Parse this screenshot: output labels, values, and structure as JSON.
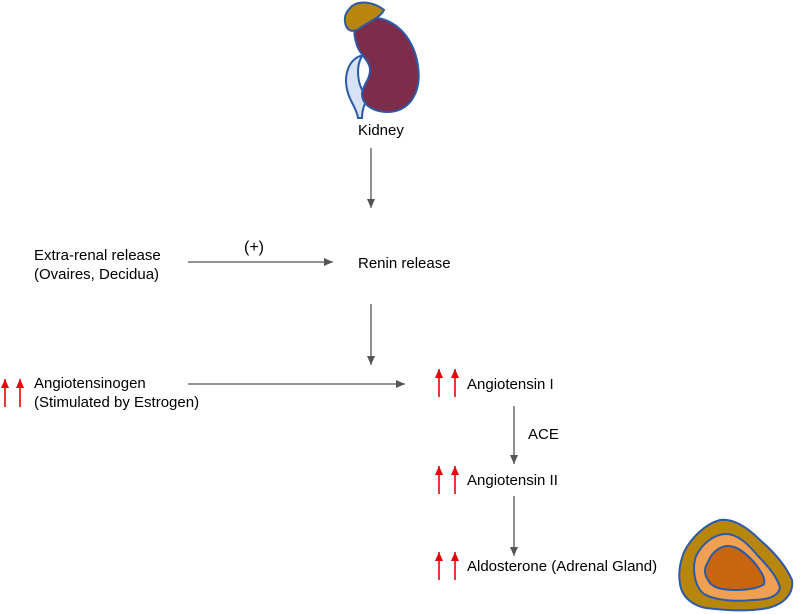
{
  "labels": {
    "kidney": "Kidney",
    "extra_renal_line1": "Extra-renal release",
    "extra_renal_line2": "(Ovaires, Decidua)",
    "plus": "(+)",
    "renin": "Renin release",
    "angiotensinogen_line1": "Angiotensinogen",
    "angiotensinogen_line2": "(Stimulated by Estrogen)",
    "angiotensin1": "Angiotensin I",
    "ace": "ACE",
    "angiotensin2": "Angiotensin II",
    "aldosterone": "Aldosterone (Adrenal Gland)"
  },
  "icons": {
    "kidney": "kidney-icon",
    "adrenal": "adrenal-gland-icon",
    "increase": "red-up-arrow-icon"
  },
  "colors": {
    "kidney_body": "#7d2c4a",
    "kidney_cap": "#b8860b",
    "kidney_pelvis": "#d7e3f4",
    "outline": "#2a5aa8",
    "arrow": "#555555",
    "increase": "#ee0000",
    "adrenal_outer": "#b8860b",
    "adrenal_mid": "#f0a050",
    "adrenal_inner": "#c8650e"
  }
}
